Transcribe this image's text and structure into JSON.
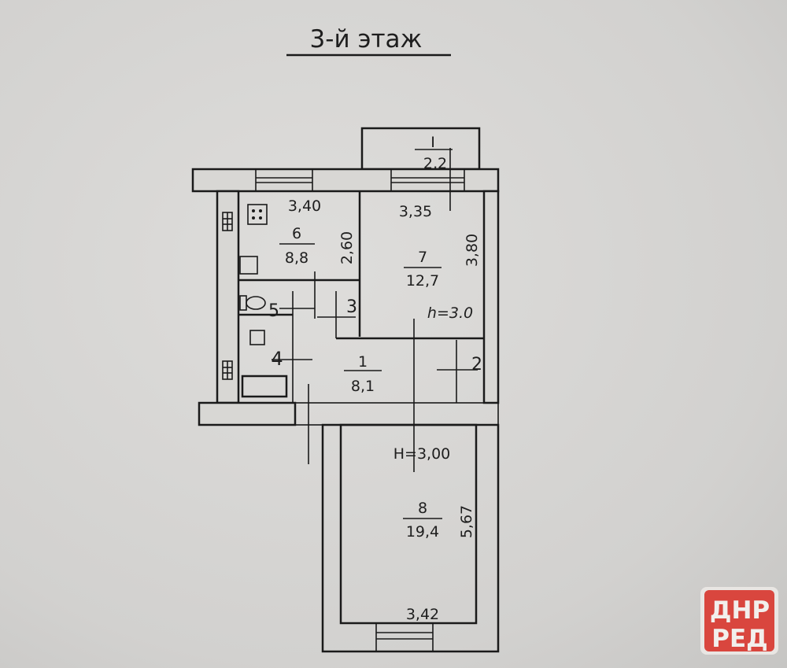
{
  "title": "3-й этаж",
  "rooms": [
    {
      "number": "1",
      "area": "8,1"
    },
    {
      "number": "2"
    },
    {
      "number": "3"
    },
    {
      "number": "4"
    },
    {
      "number": "5"
    },
    {
      "number": "6",
      "area": "8,8"
    },
    {
      "number": "7",
      "area": "12,7"
    },
    {
      "number": "8",
      "area": "19,4"
    },
    {
      "number": "I",
      "area": "2,2"
    }
  ],
  "dimensions": {
    "kitchen_width": "3,40",
    "kitchen_depth": "2,60",
    "room7_width": "3,35",
    "room7_depth": "3,80",
    "room8_width": "3,42",
    "room8_depth": "5,67"
  },
  "heights": {
    "room7": "h=3.0",
    "room8": "H=3,00"
  },
  "watermark": {
    "line1": "ДНР",
    "line2": "РЕД",
    "color": "#d9463e"
  }
}
